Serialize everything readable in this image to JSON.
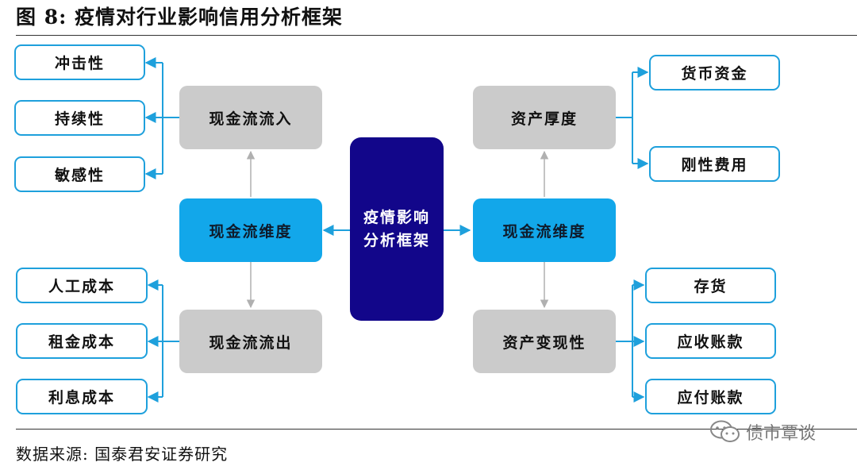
{
  "title": "图 8:  疫情对行业影响信用分析框架",
  "center": {
    "line1": "疫情影响",
    "line2": "分析框架"
  },
  "left": {
    "dimension": "现金流维度",
    "inflow": "现金流流入",
    "outflow": "现金流流出",
    "inflow_items": [
      "冲击性",
      "持续性",
      "敏感性"
    ],
    "outflow_items": [
      "人工成本",
      "租金成本",
      "利息成本"
    ]
  },
  "right": {
    "dimension": "现金流维度",
    "asset_thickness": "资产厚度",
    "asset_liquidity": "资产变现性",
    "thickness_items": [
      "货币资金",
      "刚性费用"
    ],
    "liquidity_items": [
      "存货",
      "应收账款",
      "应付账款"
    ]
  },
  "source": "数据来源:  国泰君安证券研究",
  "watermark": "债市覃谈",
  "colors": {
    "leaf_border": "#1ea0dc",
    "gray_box": "#cbcbcb",
    "dimension_box": "#12a7ea",
    "center_box": "#12068a",
    "arrow": "#1ea0dc",
    "gray_arrow": "#b0b0b0"
  }
}
